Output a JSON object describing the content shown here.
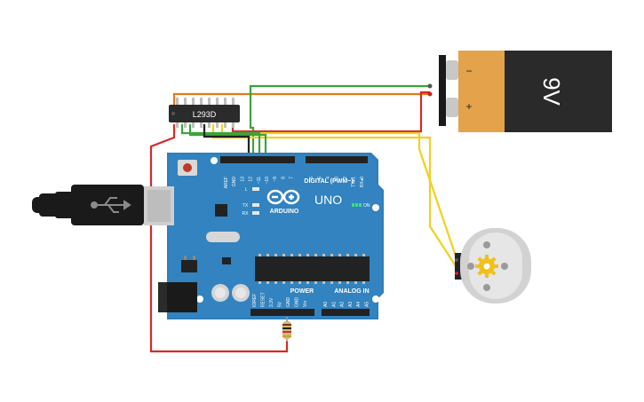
{
  "driver_chip": {
    "label": "L293D"
  },
  "battery": {
    "voltage_label": "9V",
    "minus_symbol": "−",
    "plus_symbol": "+"
  },
  "arduino": {
    "logo_text": "ARDUINO",
    "model_text": "UNO",
    "digital_header_label": "DIGITAL (PWM~)",
    "power_label": "POWER",
    "analog_label": "ANALOG IN",
    "on_label": "ON",
    "led_labels": [
      "L",
      "TX",
      "RX"
    ],
    "top_pin_labels": [
      "AREF",
      "GND",
      "13",
      "12",
      "~11",
      "~10",
      "~9",
      "8",
      "7",
      "~6",
      "~5",
      "4",
      "~3",
      "2",
      "TX▸1",
      "RX◂0"
    ],
    "power_pin_labels": [
      "IOREF",
      "RESET",
      "3.3V",
      "5V",
      "GND",
      "GND",
      "Vin"
    ],
    "analog_pin_labels": [
      "A0",
      "A1",
      "A2",
      "A3",
      "A4",
      "A5"
    ]
  },
  "wire_colors": {
    "orange": "#e07b16",
    "green": "#3aa53a",
    "red": "#d42a2a",
    "yellow": "#f0d020",
    "black": "#222222"
  }
}
